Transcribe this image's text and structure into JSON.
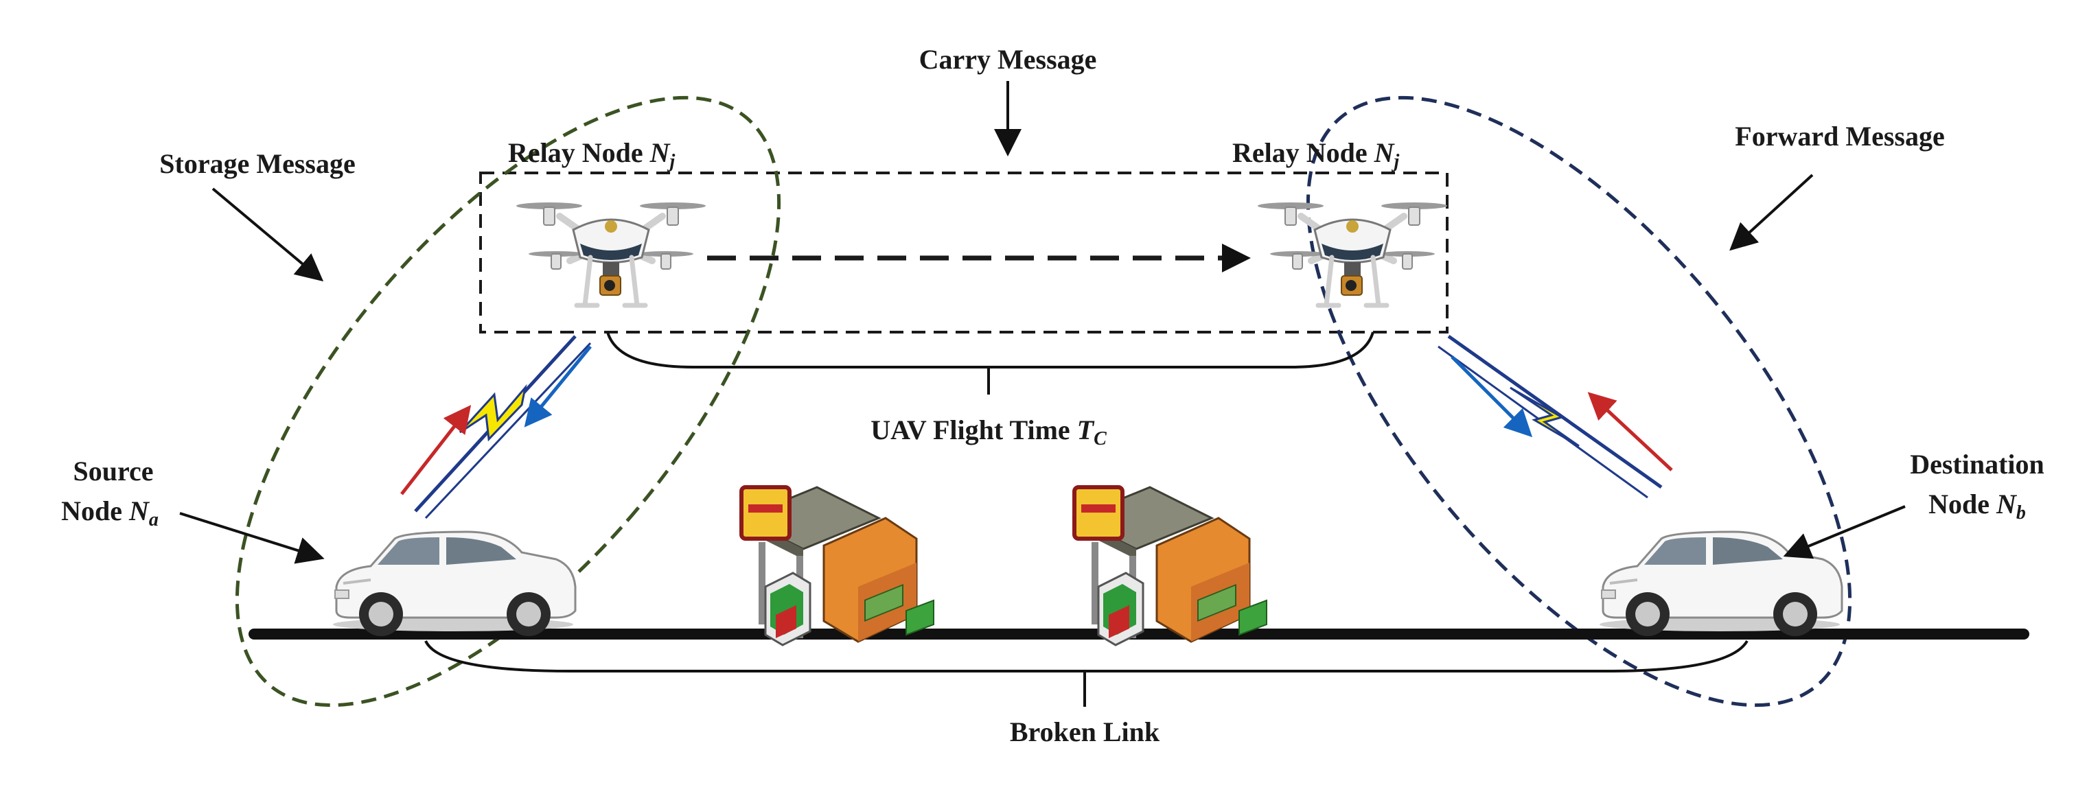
{
  "labels": {
    "carry_message": "Carry Message",
    "storage_message": "Storage Message",
    "forward_message": "Forward Message",
    "relay_node_left": {
      "text": "Relay Node ",
      "symbol": "N",
      "subscript": "j"
    },
    "relay_node_right": {
      "text": "Relay Node ",
      "symbol": "N",
      "subscript": "j"
    },
    "uav_flight_time": {
      "text": "UAV Flight Time ",
      "symbol": "T",
      "subscript": "C"
    },
    "source_node": {
      "line1": "Source",
      "line2": "Node ",
      "symbol": "N",
      "subscript": "a"
    },
    "destination_node": {
      "line1": "Destination",
      "line2": "Node ",
      "symbol": "N",
      "subscript": "b"
    },
    "broken_link": "Broken Link"
  },
  "icons": {
    "relay_uav": "drone-icon",
    "vehicle": "suv-car-icon",
    "roadside_unit": "gas-station-icon",
    "wireless_link": "lightning-bolt-icon"
  },
  "colors": {
    "storage_region": "#3b5323",
    "forward_region": "#1f2f5a",
    "uplink_arrow": "#c62828",
    "downlink_arrow": "#1565c0",
    "signal_bolt": "#f7e600",
    "road": "#111111"
  }
}
